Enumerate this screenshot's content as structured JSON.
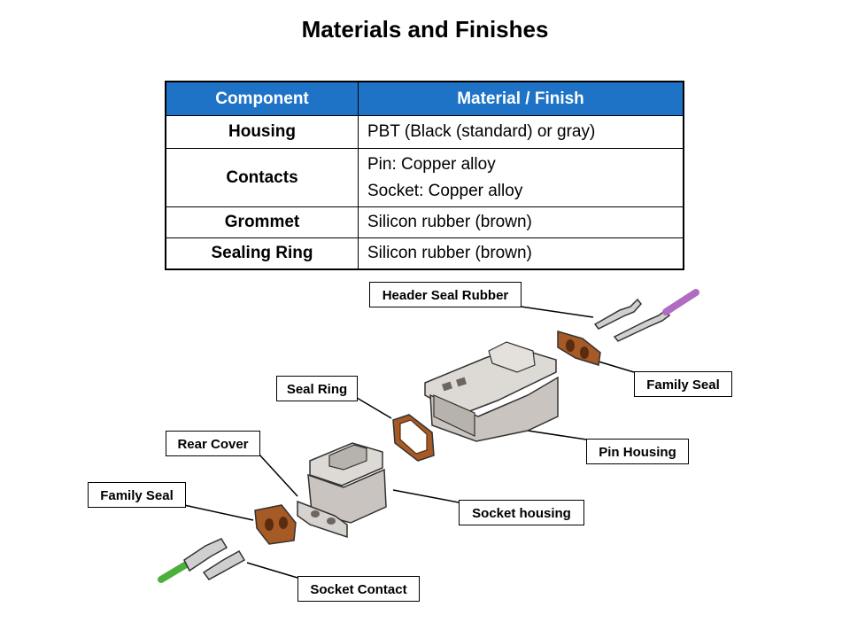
{
  "title": "Materials and Finishes",
  "table": {
    "headers": [
      "Component",
      "Material / Finish"
    ],
    "rows": [
      {
        "component": "Housing",
        "finish": [
          "PBT (Black (standard) or gray)"
        ]
      },
      {
        "component": "Contacts",
        "finish": [
          "Pin: Copper alloy",
          "Socket: Copper alloy"
        ]
      },
      {
        "component": "Grommet",
        "finish": [
          "Silicon rubber (brown)"
        ]
      },
      {
        "component": "Sealing Ring",
        "finish": [
          "Silicon rubber (brown)"
        ]
      }
    ]
  },
  "callouts": {
    "header_seal_rubber": "Header Seal Rubber",
    "family_seal_right": "Family Seal",
    "seal_ring": "Seal Ring",
    "pin_housing": "Pin Housing",
    "rear_cover": "Rear Cover",
    "family_seal_left": "Family Seal",
    "socket_housing": "Socket housing",
    "socket_contact": "Socket Contact"
  },
  "colors": {
    "header_blue": "#1e73c6",
    "housing_gray": "#c9c4bf",
    "rubber_brown": "#a65a25",
    "pin_wire_purple": "#b06cc0",
    "socket_wire_green": "#4caf3c"
  }
}
